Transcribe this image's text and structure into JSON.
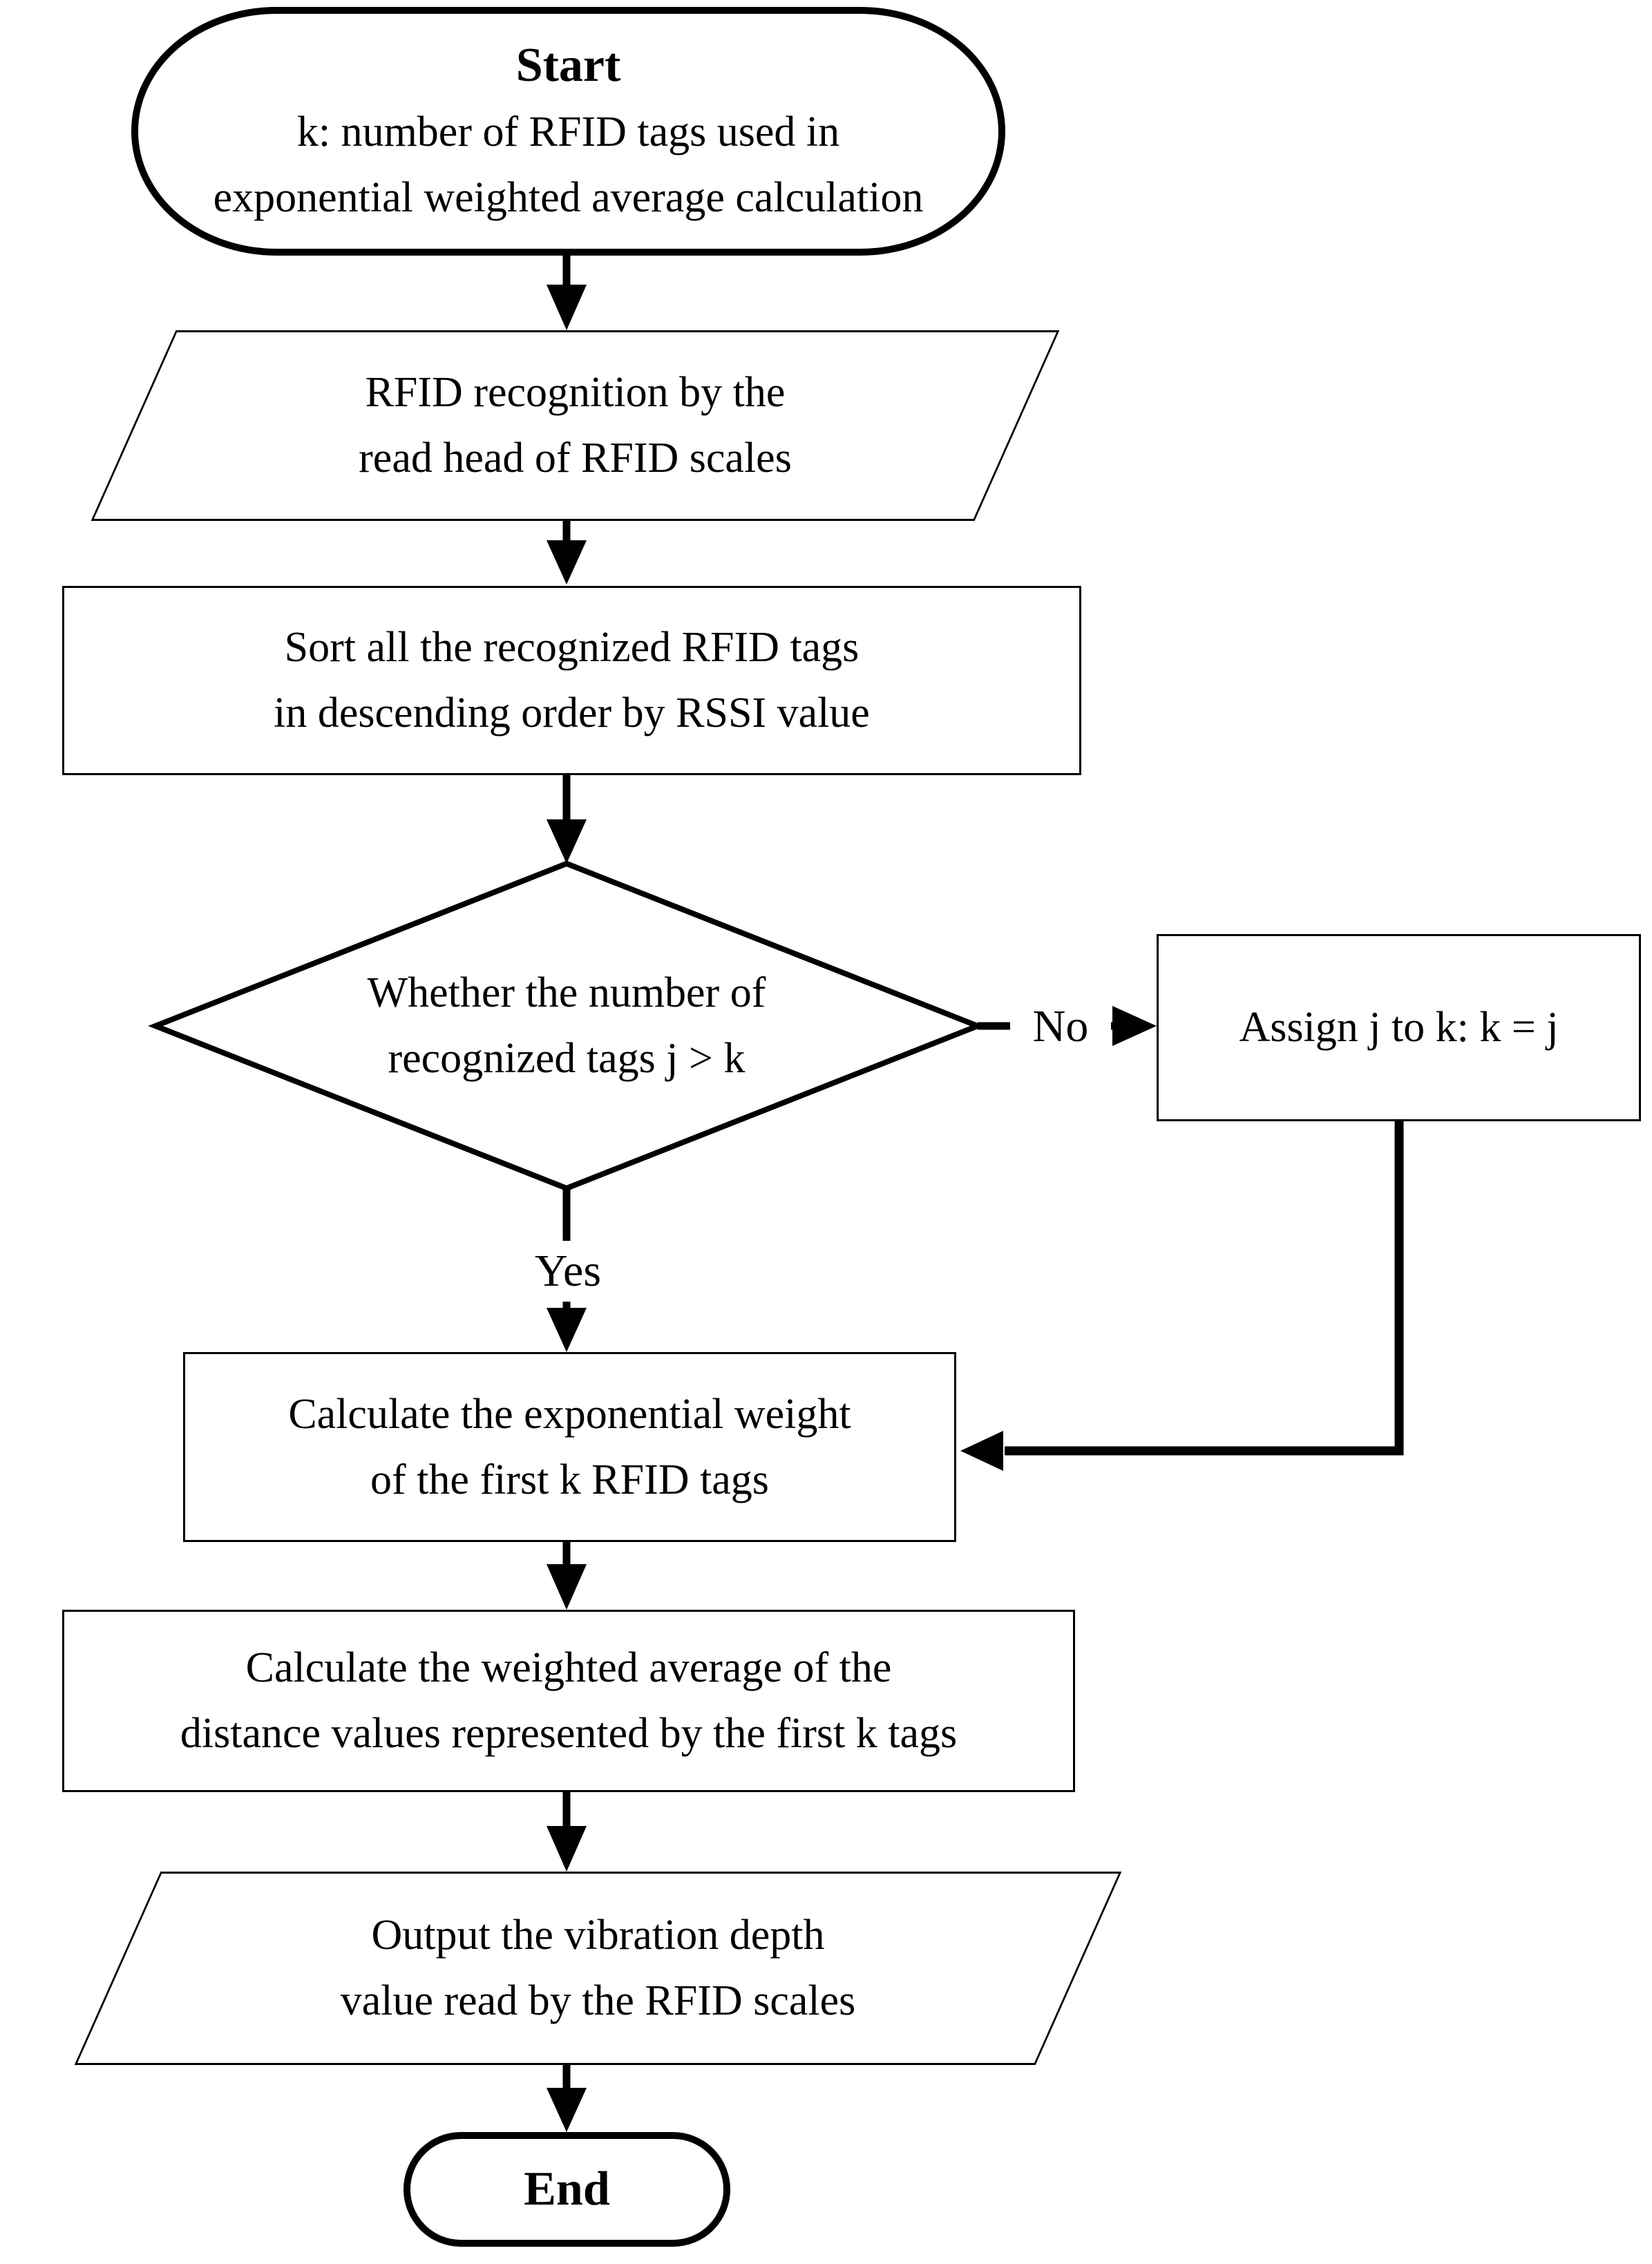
{
  "flowchart": {
    "start": {
      "title": "Start",
      "line1": "k: number of RFID tags used in",
      "line2": "exponential weighted average calculation"
    },
    "input_recognition": {
      "line1": "RFID recognition by the",
      "line2": "read head of RFID scales"
    },
    "sort": {
      "line1": "Sort all the recognized RFID tags",
      "line2": "in descending order by RSSI value"
    },
    "decision": {
      "line1": "Whether the number of",
      "line2": "recognized tags j > k"
    },
    "assign": {
      "line1": "Assign j to k: k = j"
    },
    "calc_weight": {
      "line1": "Calculate the exponential weight",
      "line2": "of the first k RFID tags"
    },
    "calc_average": {
      "line1": "Calculate the weighted average of the",
      "line2": "distance values represented by the first k tags"
    },
    "output": {
      "line1": "Output the vibration depth",
      "line2": "value read by the RFID scales"
    },
    "end": {
      "title": "End"
    },
    "edge_labels": {
      "yes": "Yes",
      "no": "No"
    },
    "colors": {
      "stroke": "#000000",
      "background": "#ffffff"
    }
  }
}
